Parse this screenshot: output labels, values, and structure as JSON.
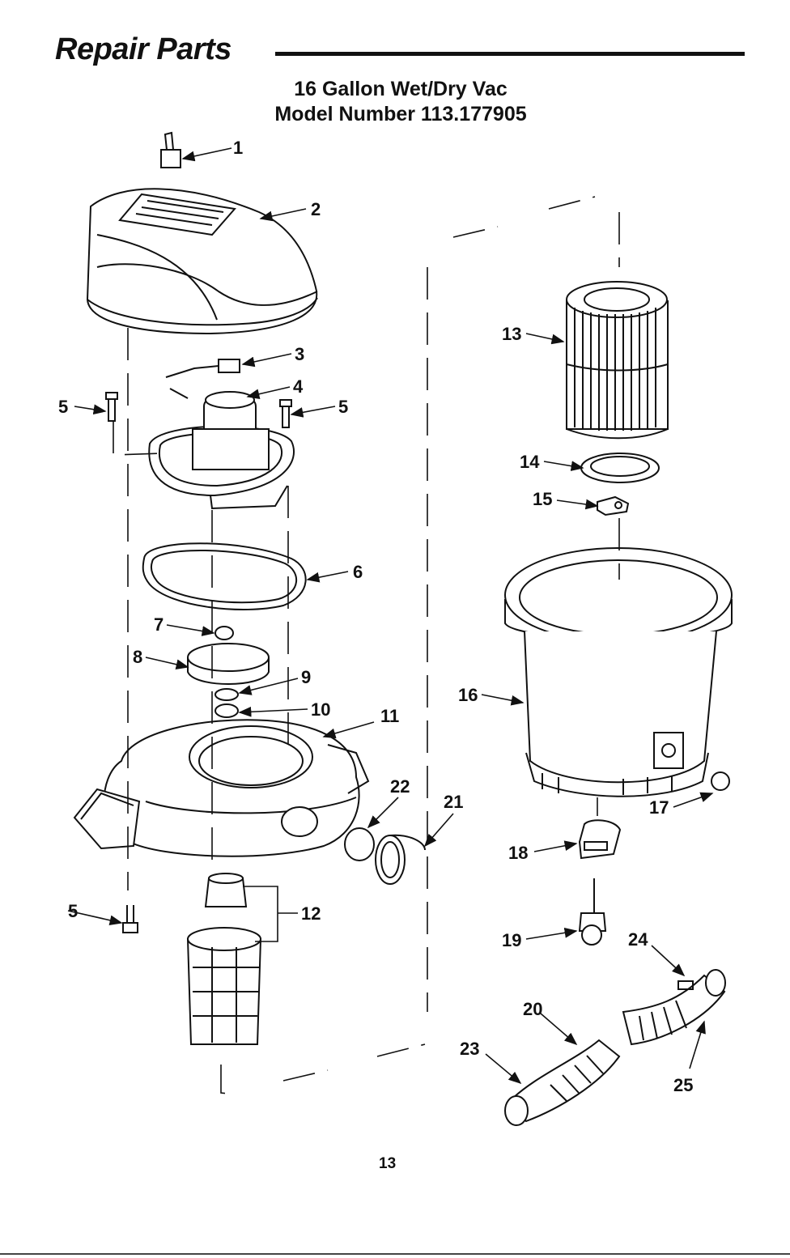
{
  "header": {
    "title": "Repair Parts",
    "subtitle_line1": "16 Gallon Wet/Dry Vac",
    "subtitle_line2": "Model Number 113.177905"
  },
  "callouts": {
    "c1": "1",
    "c2": "2",
    "c3": "3",
    "c4": "4",
    "c5a": "5",
    "c5b": "5",
    "c5c": "5",
    "c6": "6",
    "c7": "7",
    "c8": "8",
    "c9": "9",
    "c10": "10",
    "c11": "11",
    "c12": "12",
    "c13": "13",
    "c14": "14",
    "c15": "15",
    "c16": "16",
    "c17": "17",
    "c18": "18",
    "c19": "19",
    "c20": "20",
    "c21": "21",
    "c22": "22",
    "c23": "23",
    "c24": "24",
    "c25": "25"
  },
  "footer": {
    "page_number": "13"
  },
  "colors": {
    "ink": "#111111",
    "paper": "#ffffff",
    "shade": "#d9d9d9"
  }
}
